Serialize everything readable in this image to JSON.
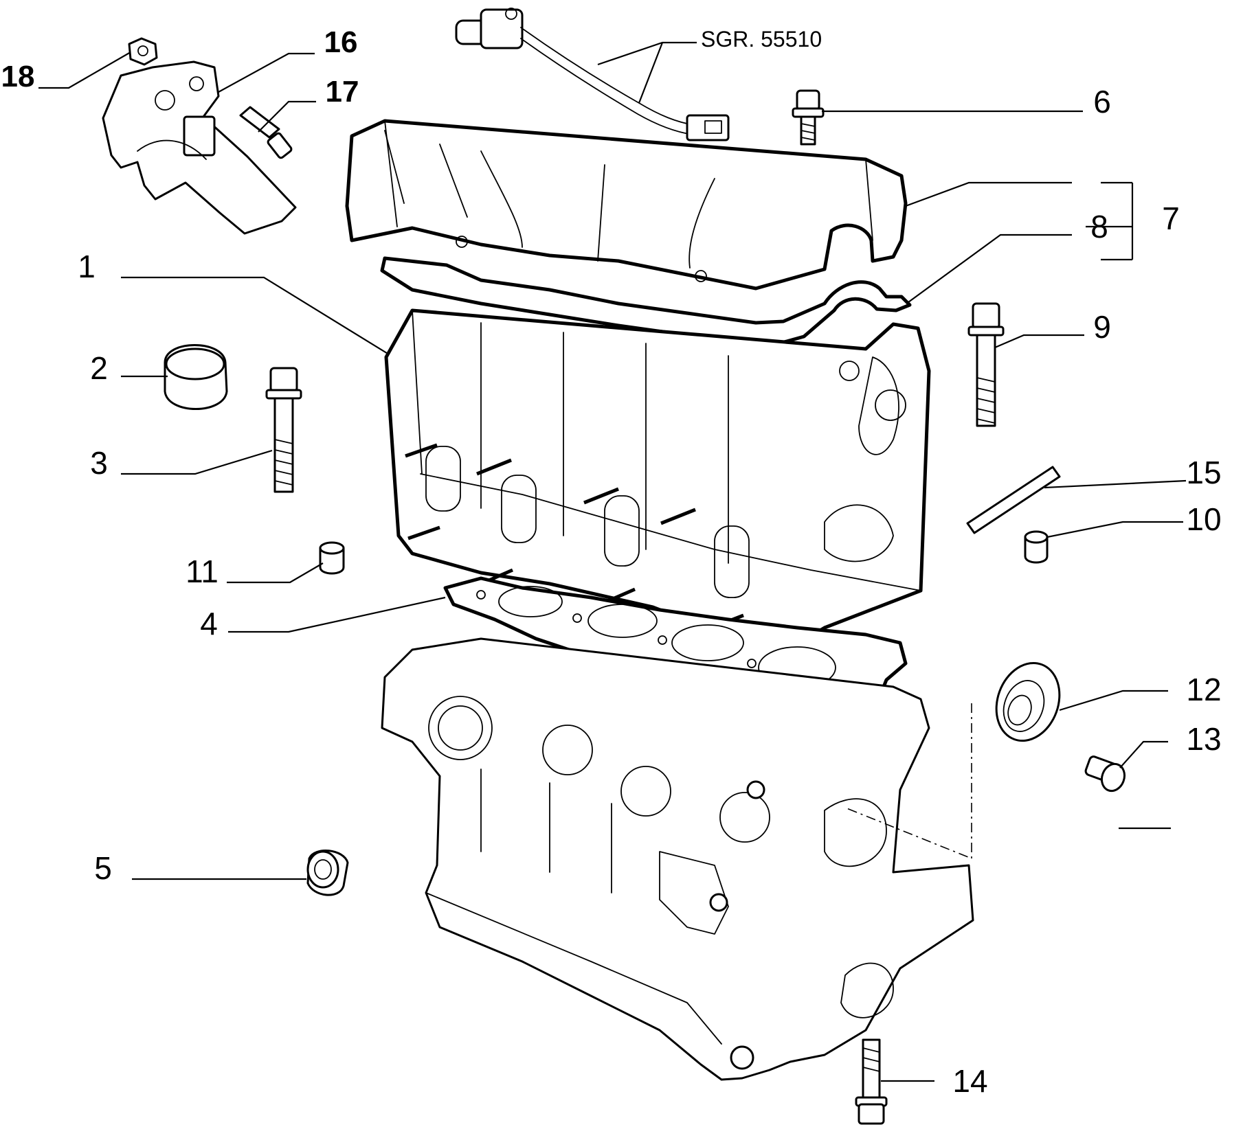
{
  "callouts": {
    "c1": "1",
    "c2": "2",
    "c3": "3",
    "c4": "4",
    "c5": "5",
    "c6": "6",
    "c7": "7",
    "c8": "8",
    "c9": "9",
    "c10": "10",
    "c11": "11",
    "c12": "12",
    "c13": "13",
    "c14": "14",
    "c15": "15",
    "c16": "16",
    "c17": "17",
    "c18": "18"
  },
  "reference": "SGR. 55510",
  "colors": {
    "ink": "#000000",
    "paper": "#ffffff"
  }
}
